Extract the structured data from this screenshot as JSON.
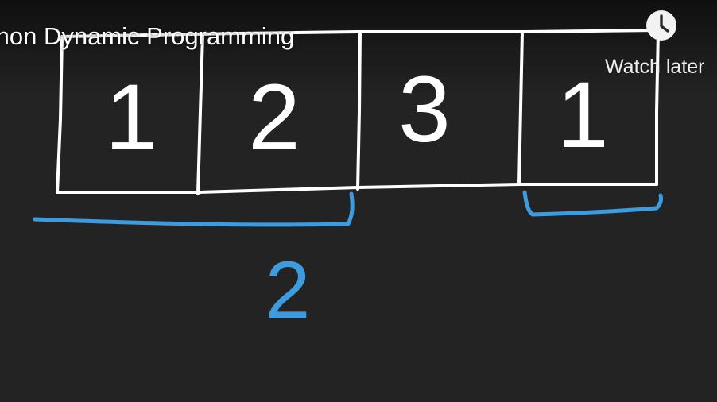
{
  "player": {
    "title": "thon Dynamic Programming",
    "watch_later_label": "Watch later",
    "watch_later_icon": "clock-icon"
  },
  "drawing": {
    "array_cells": [
      "1",
      "2",
      "3",
      "1"
    ],
    "annotation_value": "2",
    "colors": {
      "background": "#232323",
      "chalk": "#ffffff",
      "annotation": "#3d9be0"
    }
  }
}
